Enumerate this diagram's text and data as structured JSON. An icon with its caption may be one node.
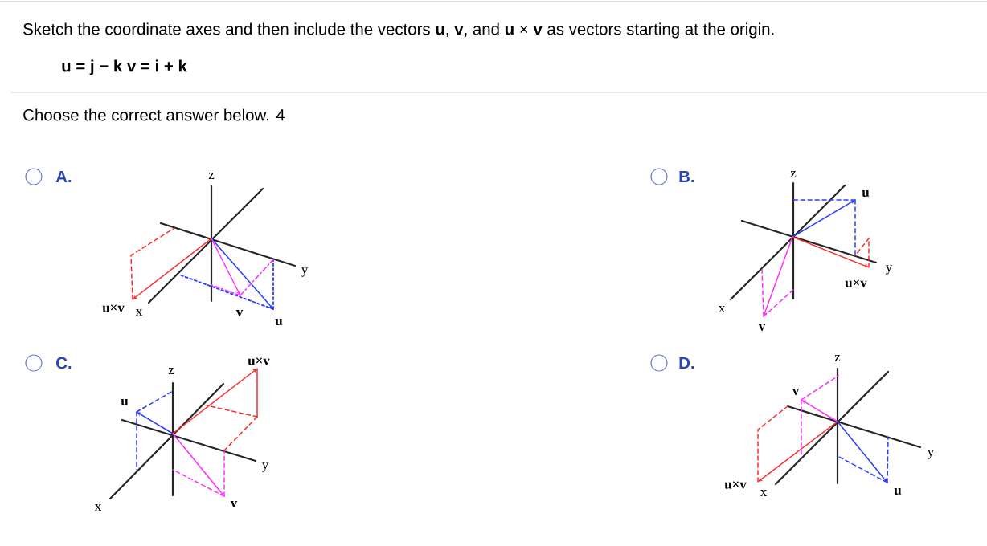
{
  "diagram": {
    "labels": [
      "Sketch the coordinate axes and then include the vectors **u**, **v**, and **u** × **v** as vectors starting at the origin.",
      "u = j − k v = i + k",
      "Choose the correct answer below. 4",
      "A.",
      "z",
      "y",
      "u×v",
      "x",
      "v",
      "u",
      "B.",
      "z",
      "u",
      "y",
      "u×v",
      "x",
      "v",
      "C.",
      "u×v",
      "z",
      "u",
      "y",
      "x",
      "v",
      "D.",
      "z",
      "v",
      "y",
      "u×v",
      "x",
      "u"
    ]
  }
}
